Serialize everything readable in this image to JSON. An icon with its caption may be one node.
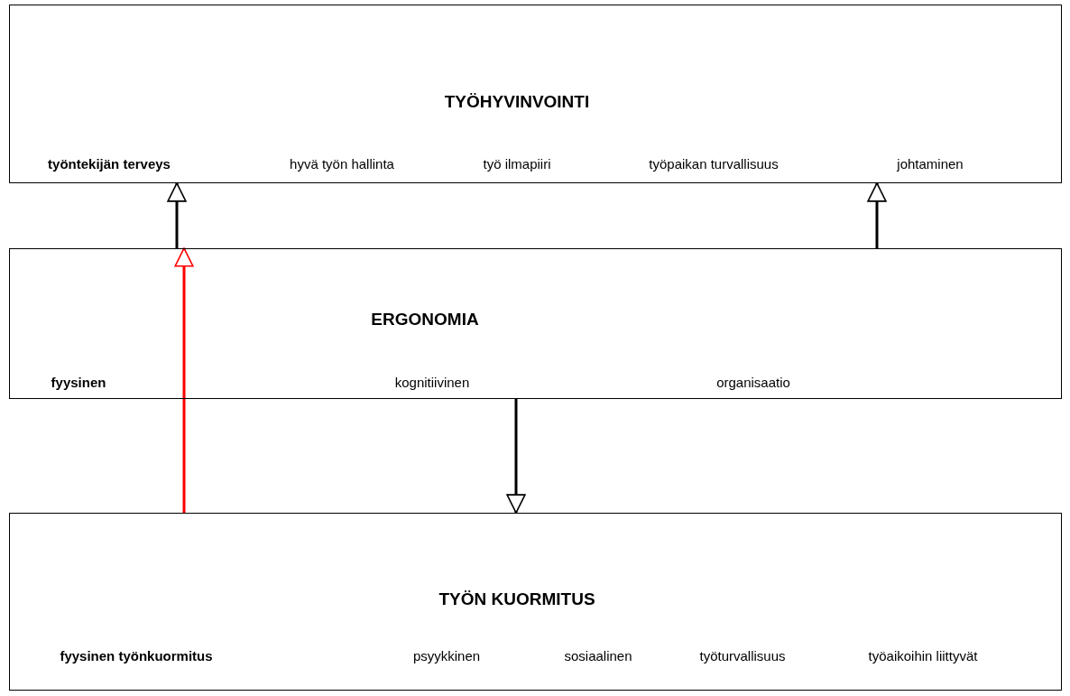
{
  "diagram": {
    "nodes": [
      {
        "text": [
          "TYÖHYVINVOINTI",
          "työntekijän terveys",
          "hyvä työn hallinta",
          "työ ilmapiiri",
          "työpaikan turvallisuus",
          "johtaminen"
        ]
      },
      {
        "text": [
          "ERGONOMIA",
          "fyysinen",
          "kognitiivinen",
          "organisaatio"
        ]
      },
      {
        "text": [
          "TYÖN KUORMITUS",
          "fyysinen työnkuormitus",
          "psyykkinen",
          "sosiaalinen",
          "työturvallisuus",
          "työaikoihin liittyvät"
        ]
      }
    ],
    "edges": [
      {
        "from": 1,
        "to": 0,
        "arrow": "to"
      },
      {
        "from": 1,
        "to": 0,
        "arrow": "to"
      },
      {
        "from": 2,
        "to": 1,
        "arrow": "to",
        "color": "#ff0000"
      },
      {
        "from": 1,
        "to": 2,
        "arrow": "to"
      }
    ]
  }
}
